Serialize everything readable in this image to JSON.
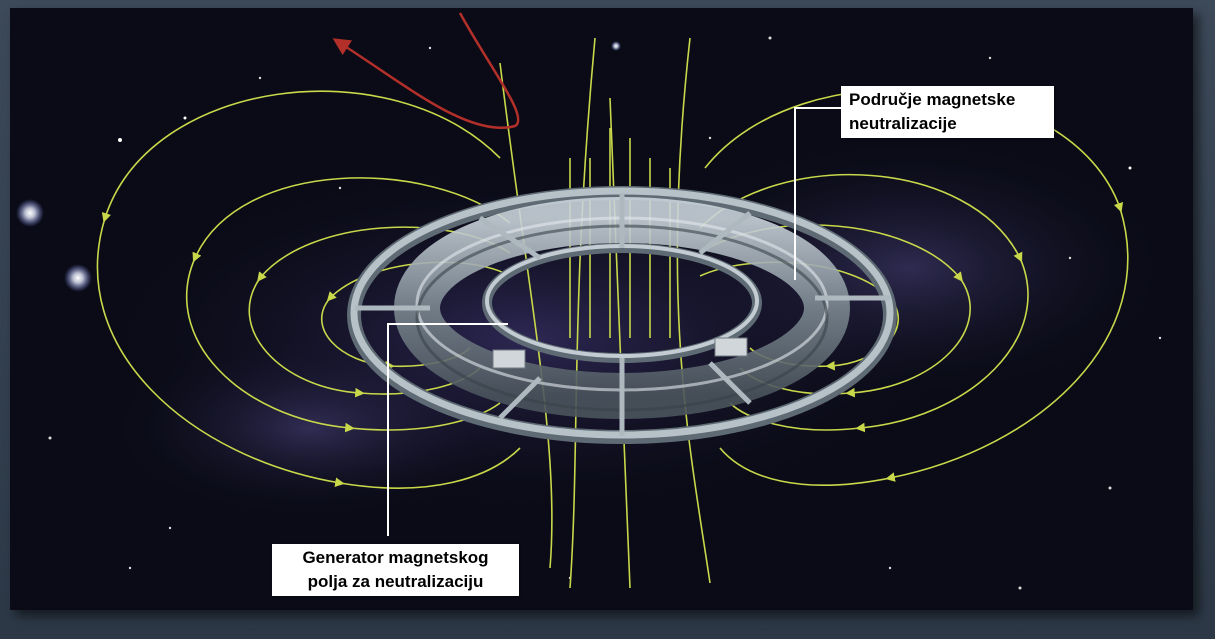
{
  "colors": {
    "field_line": "#c8d84a",
    "trajectory": "#b3302a",
    "space_bg": "#0a0b16",
    "ring_metal": "#a8b4bc",
    "frame": "#34414f"
  },
  "labels": {
    "neutralization_zone": {
      "line1": "Područje magnetske",
      "line2": "neutralizacije"
    },
    "generator": {
      "line1": "Generator magnetskog",
      "line2": "polja za neutralizaciju"
    }
  }
}
